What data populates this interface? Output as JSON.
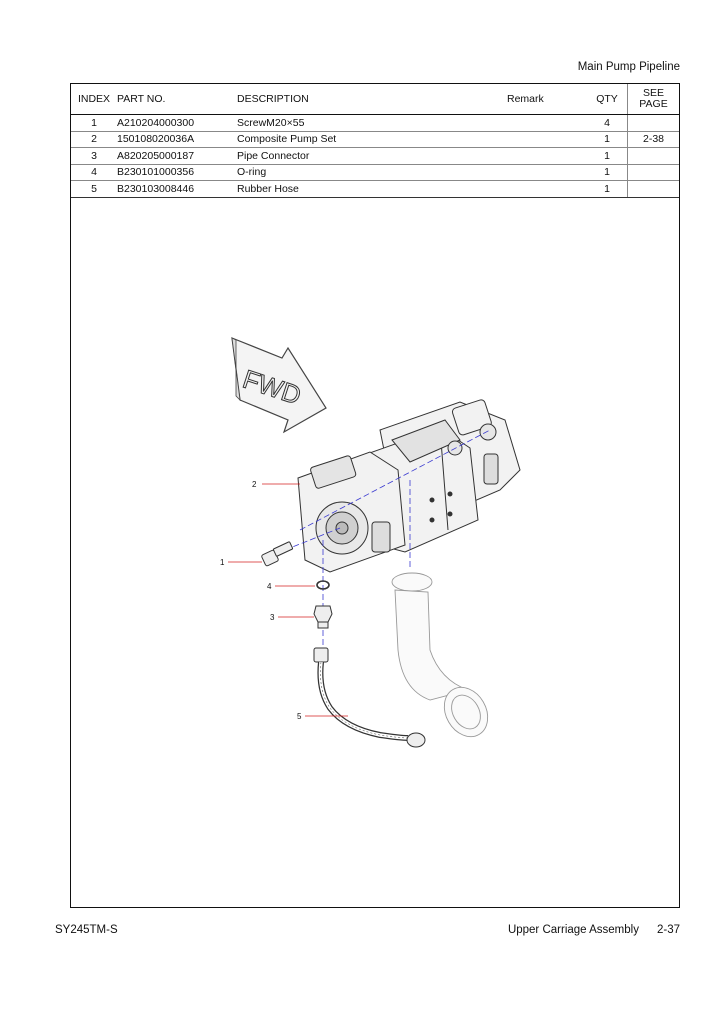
{
  "header": {
    "title": "Main Pump Pipeline"
  },
  "table": {
    "columns": {
      "index": "INDEX",
      "part_no": "PART NO.",
      "description": "DESCRIPTION",
      "remark": "Remark",
      "qty": "QTY",
      "see_page_line1": "SEE",
      "see_page_line2": "PAGE"
    },
    "rows": [
      {
        "index": "1",
        "part_no": "A210204000300",
        "description": "ScrewM20×55",
        "remark": "",
        "qty": "4",
        "see_page": ""
      },
      {
        "index": "2",
        "part_no": "150108020036A",
        "description": "Composite Pump Set",
        "remark": "",
        "qty": "1",
        "see_page": "2-38"
      },
      {
        "index": "3",
        "part_no": "A820205000187",
        "description": "Pipe Connector",
        "remark": "",
        "qty": "1",
        "see_page": ""
      },
      {
        "index": "4",
        "part_no": "B230101000356",
        "description": "O-ring",
        "remark": "",
        "qty": "1",
        "see_page": ""
      },
      {
        "index": "5",
        "part_no": "B230103008446",
        "description": "Rubber Hose",
        "remark": "",
        "qty": "1",
        "see_page": ""
      }
    ]
  },
  "diagram": {
    "fwd_label": "FWD",
    "callouts": [
      "1",
      "2",
      "3",
      "4",
      "5"
    ],
    "leader_color": "#d42020",
    "centerline_color": "#3a3ad0"
  },
  "footer": {
    "model": "SY245TM-S",
    "section": "Upper Carriage Assembly",
    "page": "2-37"
  }
}
